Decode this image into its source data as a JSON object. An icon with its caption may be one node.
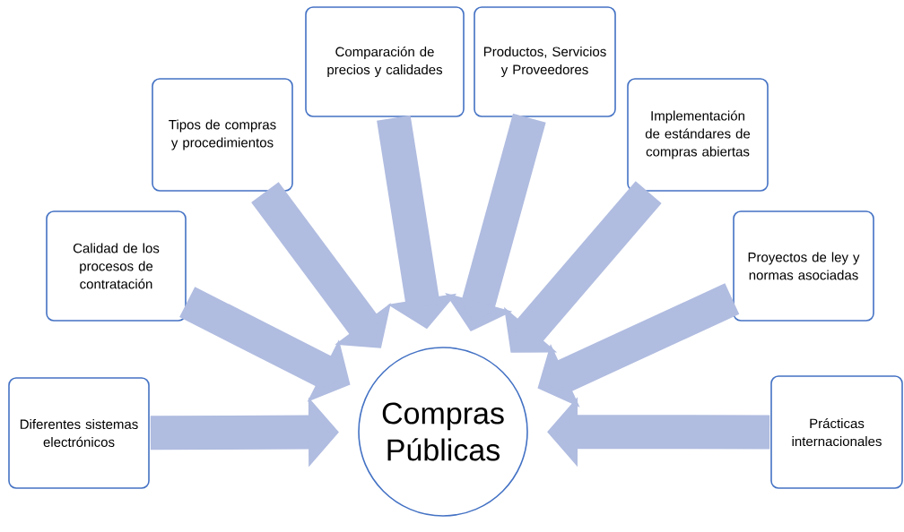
{
  "diagram": {
    "nodes": [
      {
        "text": [
          "Compras Públicas"
        ]
      },
      {
        "text": [
          "Diferentes sistemas electrónicos"
        ]
      },
      {
        "text": [
          "Calidad de los procesos de contratación"
        ]
      },
      {
        "text": [
          "Tipos de compras y procedimientos"
        ]
      },
      {
        "text": [
          "Comparación de precios y calidades"
        ]
      },
      {
        "text": [
          "Productos, Servicios y Proveedores"
        ]
      },
      {
        "text": [
          "Implementación de estándares de compras abiertas"
        ]
      },
      {
        "text": [
          "Proyectos de ley y normas asociadas"
        ]
      },
      {
        "text": [
          "Prácticas internacionales"
        ]
      }
    ],
    "edges": [
      {
        "from": 1,
        "to": 0,
        "arrow": "to"
      },
      {
        "from": 2,
        "to": 0,
        "arrow": "to"
      },
      {
        "from": 3,
        "to": 0,
        "arrow": "to"
      },
      {
        "from": 4,
        "to": 0,
        "arrow": "to"
      },
      {
        "from": 5,
        "to": 0,
        "arrow": "to"
      },
      {
        "from": 6,
        "to": 0,
        "arrow": "to"
      },
      {
        "from": 7,
        "to": 0,
        "arrow": "to"
      },
      {
        "from": 8,
        "to": 0,
        "arrow": "to"
      }
    ]
  }
}
